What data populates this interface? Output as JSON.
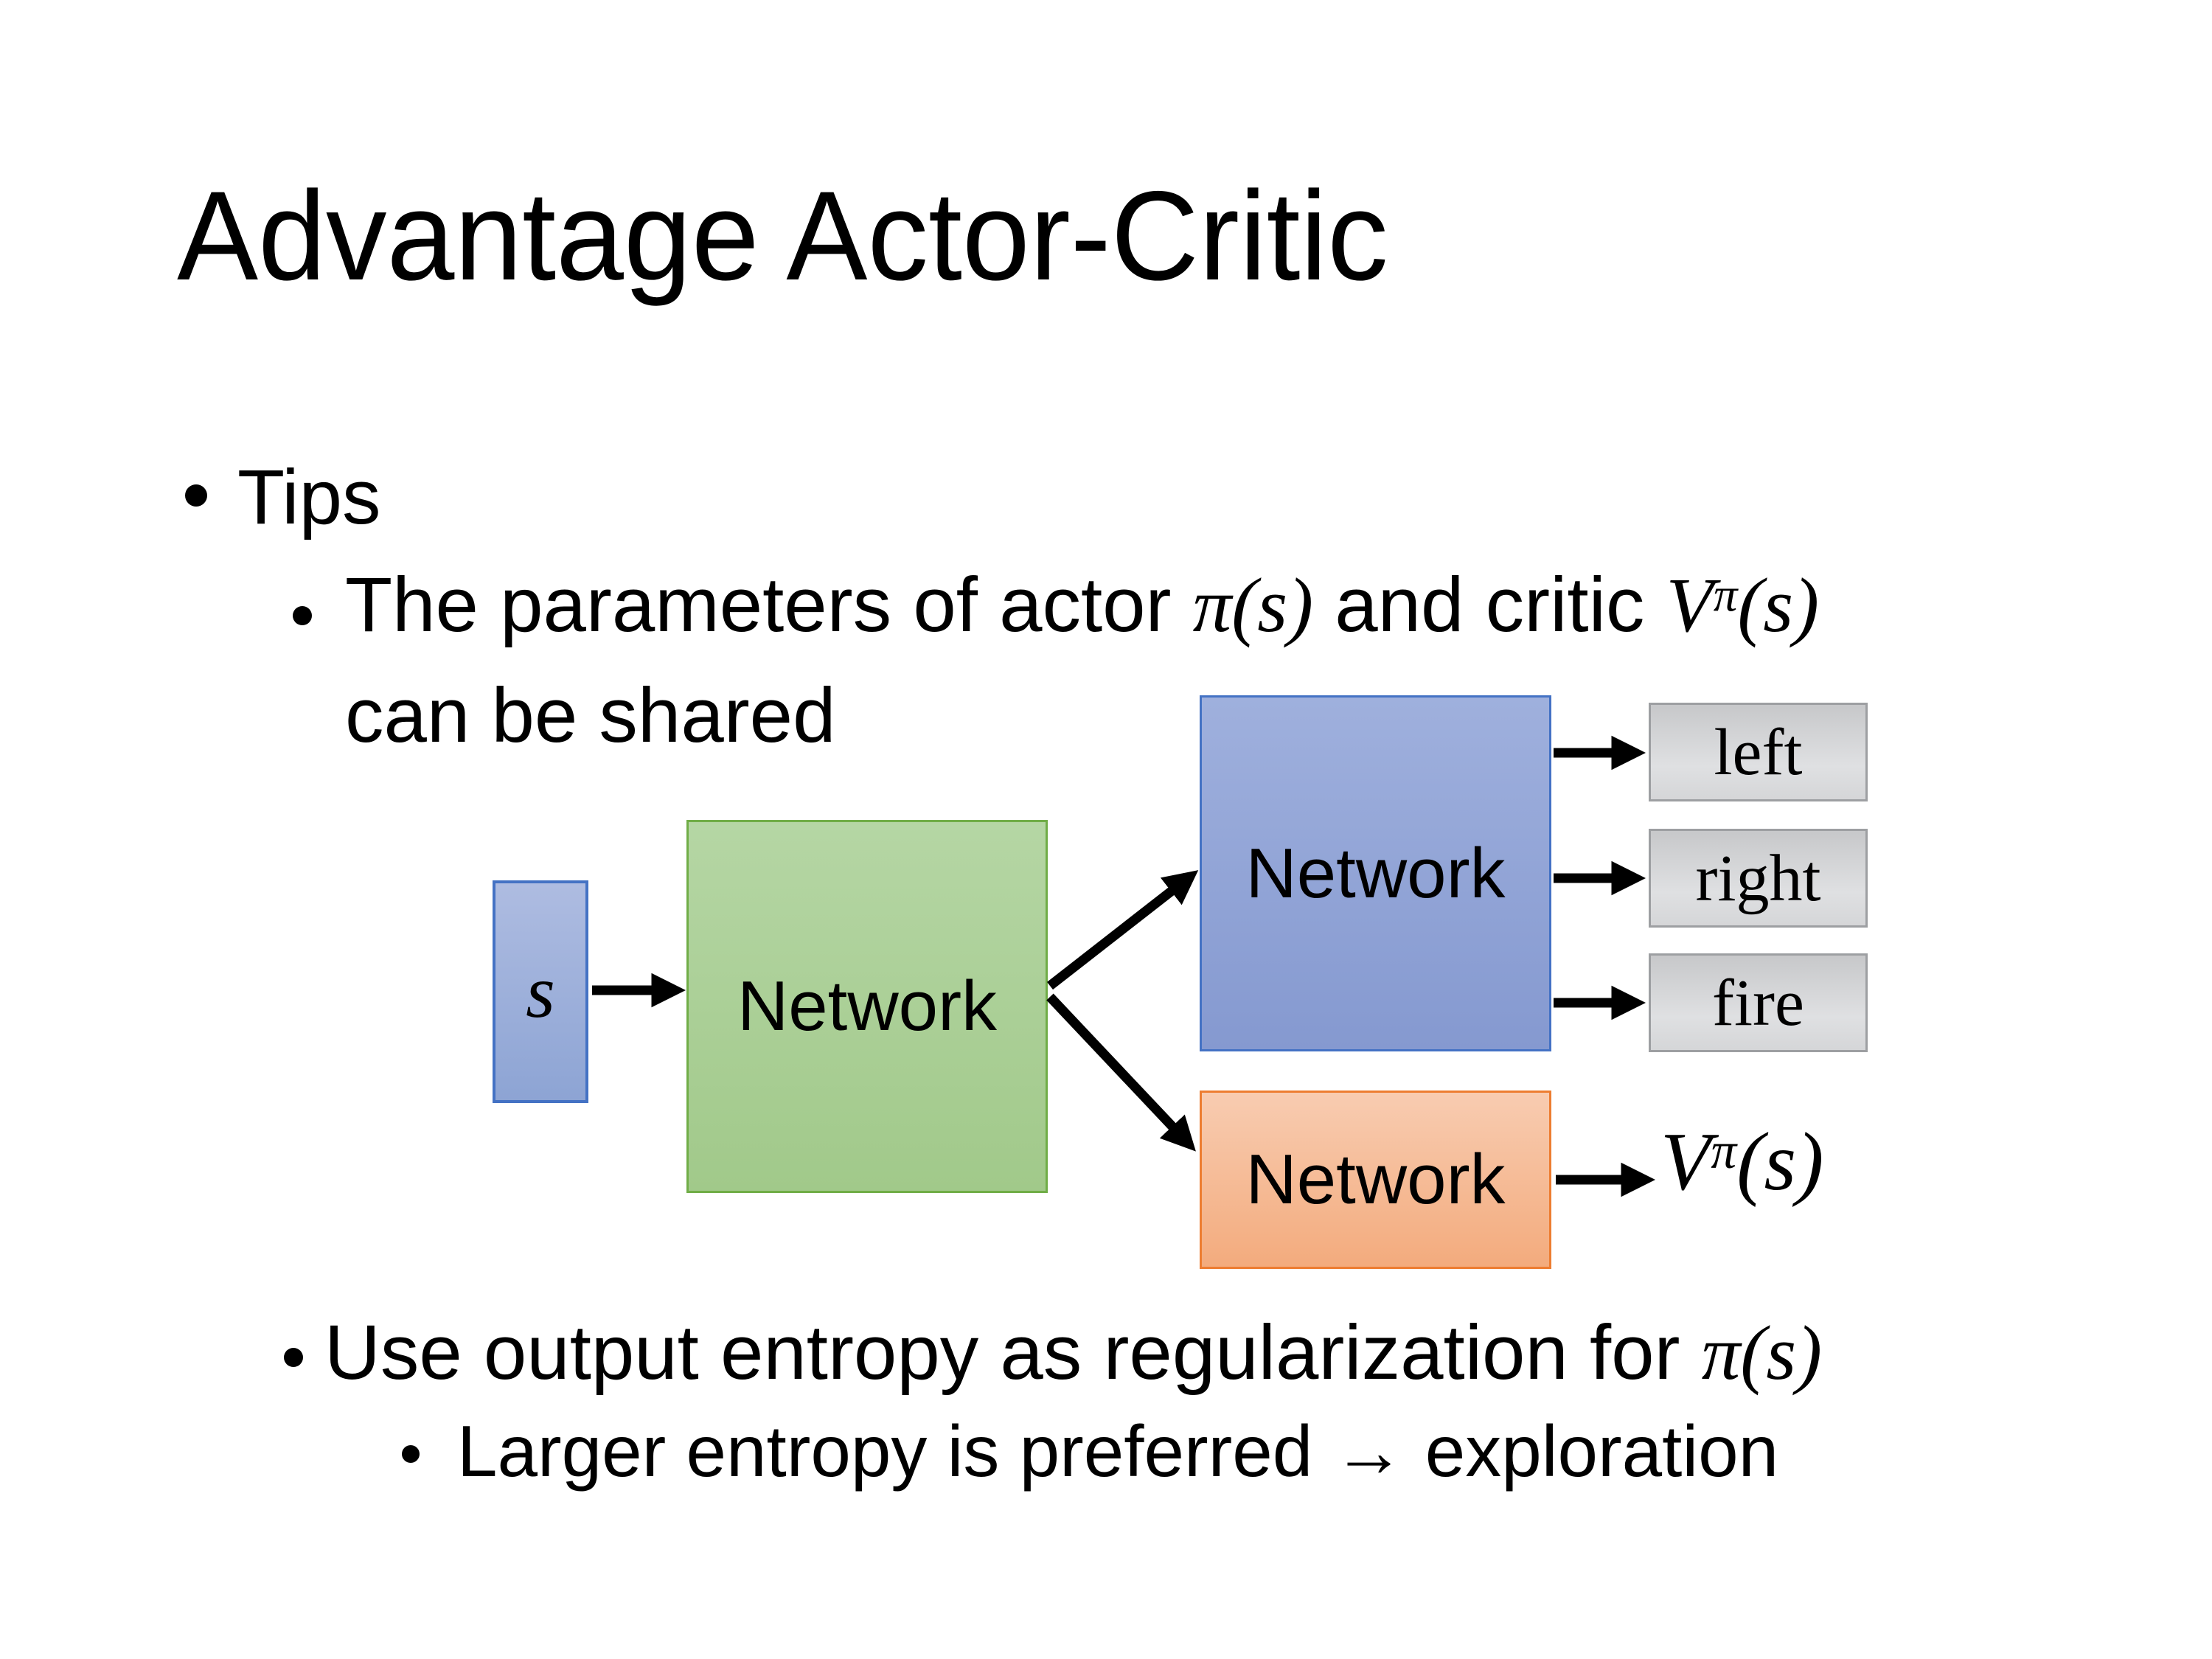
{
  "slide": {
    "title": "Advantage Actor-Critic"
  },
  "bullets": {
    "tips": "Tips",
    "parameters": {
      "pre": "The parameters of actor ",
      "actor_math": "π(s)",
      "mid": "  and critic ",
      "critic_base": "V",
      "critic_sup": "π",
      "critic_arg": "(s)",
      "line2": "can be shared"
    },
    "entropy": {
      "pre": "Use output entropy as regularization for ",
      "math": "π(s)"
    },
    "exploration": "Larger entropy is preferred → exploration"
  },
  "diagram": {
    "state_label": "s",
    "shared_network_label": "Network",
    "actor_network_label": "Network",
    "critic_network_label": "Network",
    "action_labels": [
      "left",
      "right",
      "fire"
    ],
    "critic_output": {
      "base": "V",
      "sup": "π",
      "arg": "(s)"
    },
    "colors": {
      "state_fill": "#9DAFDB",
      "state_border": "#4472C4",
      "shared_fill": "#A9D18E",
      "shared_border": "#70AD47",
      "actor_fill": "#8FA5D6",
      "actor_border": "#4472C4",
      "critic_fill": "#F4B183",
      "critic_border": "#ED7D31",
      "action_fill": "#D6D7D9",
      "action_border": "#9D9FA2",
      "arrow": "#000000"
    }
  }
}
